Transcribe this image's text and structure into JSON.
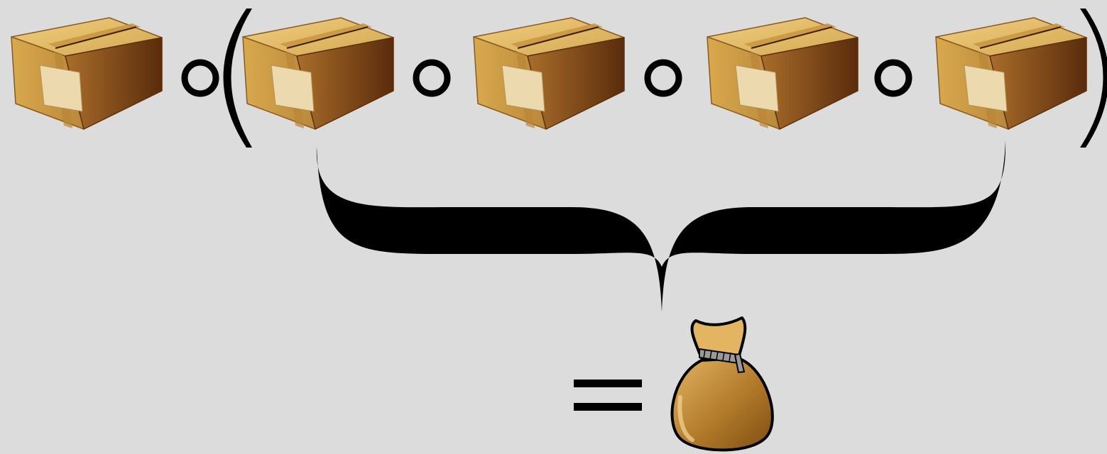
{
  "colors": {
    "background": "#dcdcdc",
    "symbol": "#000000",
    "box_top": "#e3bd68",
    "box_left": "#c99a44",
    "box_right": "#7a4414",
    "label": "#efdcb4",
    "bag": "#b07b2c"
  },
  "icons": {
    "box": "cardboard-box-icon",
    "bag": "money-bag-icon",
    "operator": "compose-operator-circle",
    "bracket": "underbrace"
  },
  "expression": {
    "leading_box_count": 1,
    "grouped_box_count": 4,
    "open_paren": "(",
    "close_paren": ")",
    "equals": "="
  }
}
